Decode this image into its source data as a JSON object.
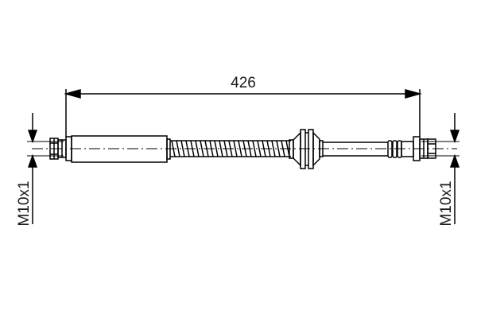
{
  "diagram": {
    "type": "technical-drawing",
    "subject": "brake hose",
    "length_dimension": "426",
    "left_thread": "M10x1",
    "right_thread": "M10x1",
    "line_color": "#000000",
    "background": "#ffffff"
  }
}
